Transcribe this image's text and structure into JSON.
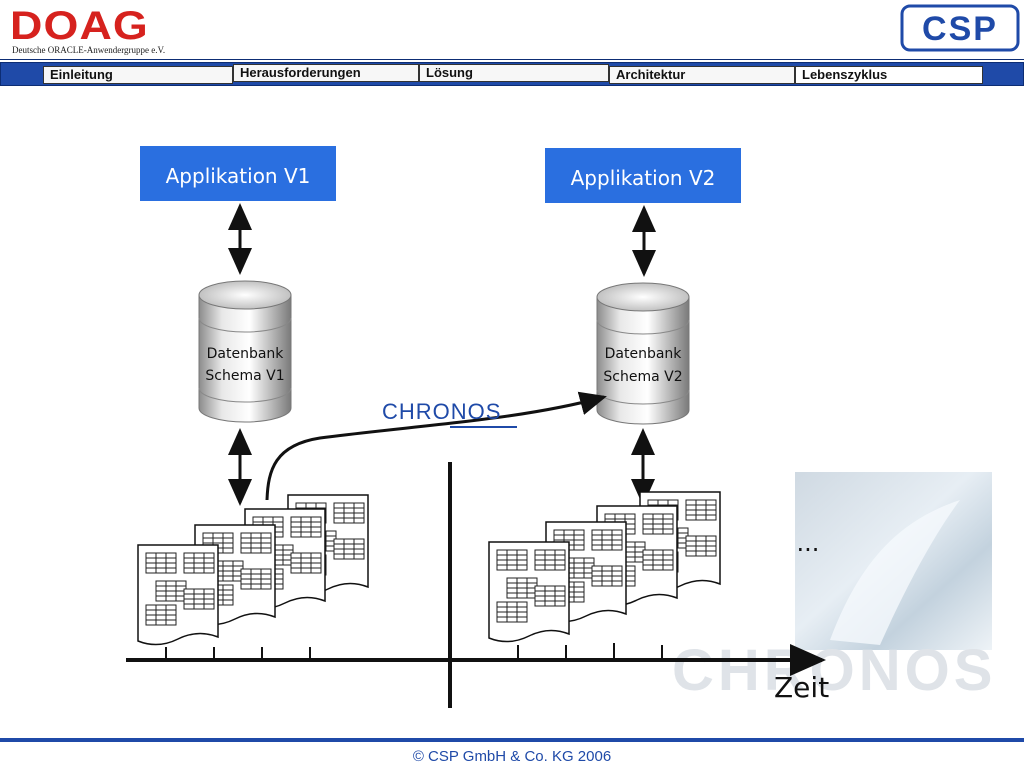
{
  "header": {
    "doag_logo_word": "DOAG",
    "doag_logo_subtitle": "Deutsche ORACLE-Anwendergruppe e.V.",
    "csp_logo_word": "CSP"
  },
  "nav": {
    "tabs": [
      {
        "label": "Einleitung"
      },
      {
        "label": "Herausforderungen"
      },
      {
        "label": "Lösung"
      },
      {
        "label": "Architektur"
      },
      {
        "label": "Lebenszyklus"
      }
    ]
  },
  "diagram": {
    "app_v1": "Applikation V1",
    "app_v2": "Applikation V2",
    "db_v1_line1": "Datenbank",
    "db_v1_line2": "Schema V1",
    "db_v2_line1": "Datenbank",
    "db_v2_line2": "Schema V2",
    "chronos_label": "CHRONOS",
    "ellipsis": "...",
    "time_axis_label": "Zeit",
    "watermark": "CHRONOS",
    "colors": {
      "accent": "#1f4aa8",
      "box": "#2a6fe0",
      "brand_red": "#d6221e"
    }
  },
  "footer": {
    "copyright": "© CSP GmbH & Co. KG 2006"
  }
}
